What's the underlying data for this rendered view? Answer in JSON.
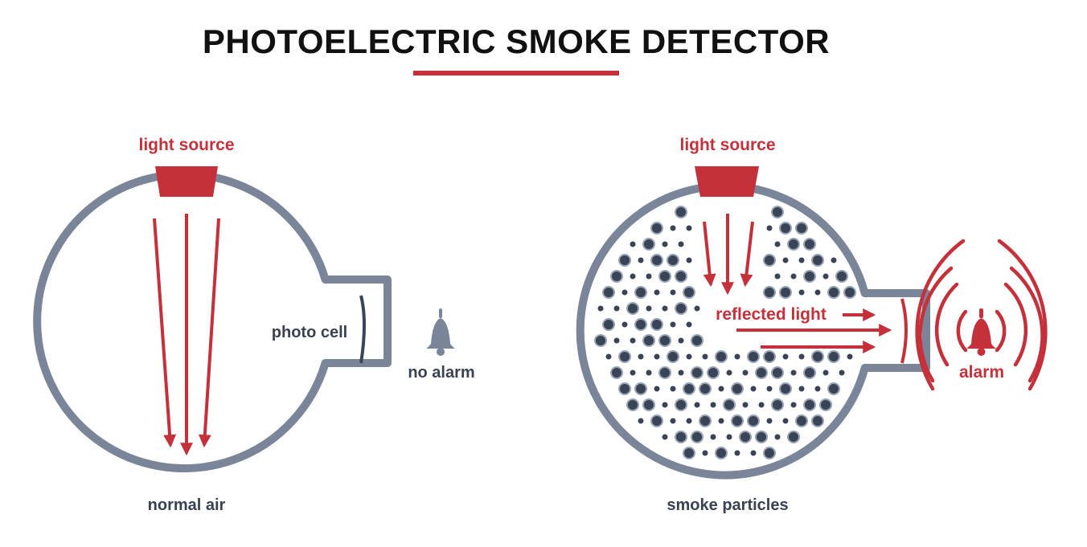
{
  "title": "PHOTOELECTRIC SMOKE DETECTOR",
  "colors": {
    "accent_red": "#c5313a",
    "chamber_gray": "#7a8599",
    "particle_dark": "#3a4457",
    "text_dark": "#3a4252",
    "title_black": "#111111"
  },
  "left_panel": {
    "light_source_label": "light source",
    "photo_cell_label": "photo cell",
    "alarm_label": "no alarm",
    "caption": "normal air",
    "icons": [
      "light-source-lamp",
      "bell-icon"
    ]
  },
  "right_panel": {
    "light_source_label": "light source",
    "reflected_label": "reflected light",
    "alarm_label": "alarm",
    "caption": "smoke particles",
    "icons": [
      "light-source-lamp",
      "bell-icon",
      "sound-wave-icon"
    ]
  }
}
